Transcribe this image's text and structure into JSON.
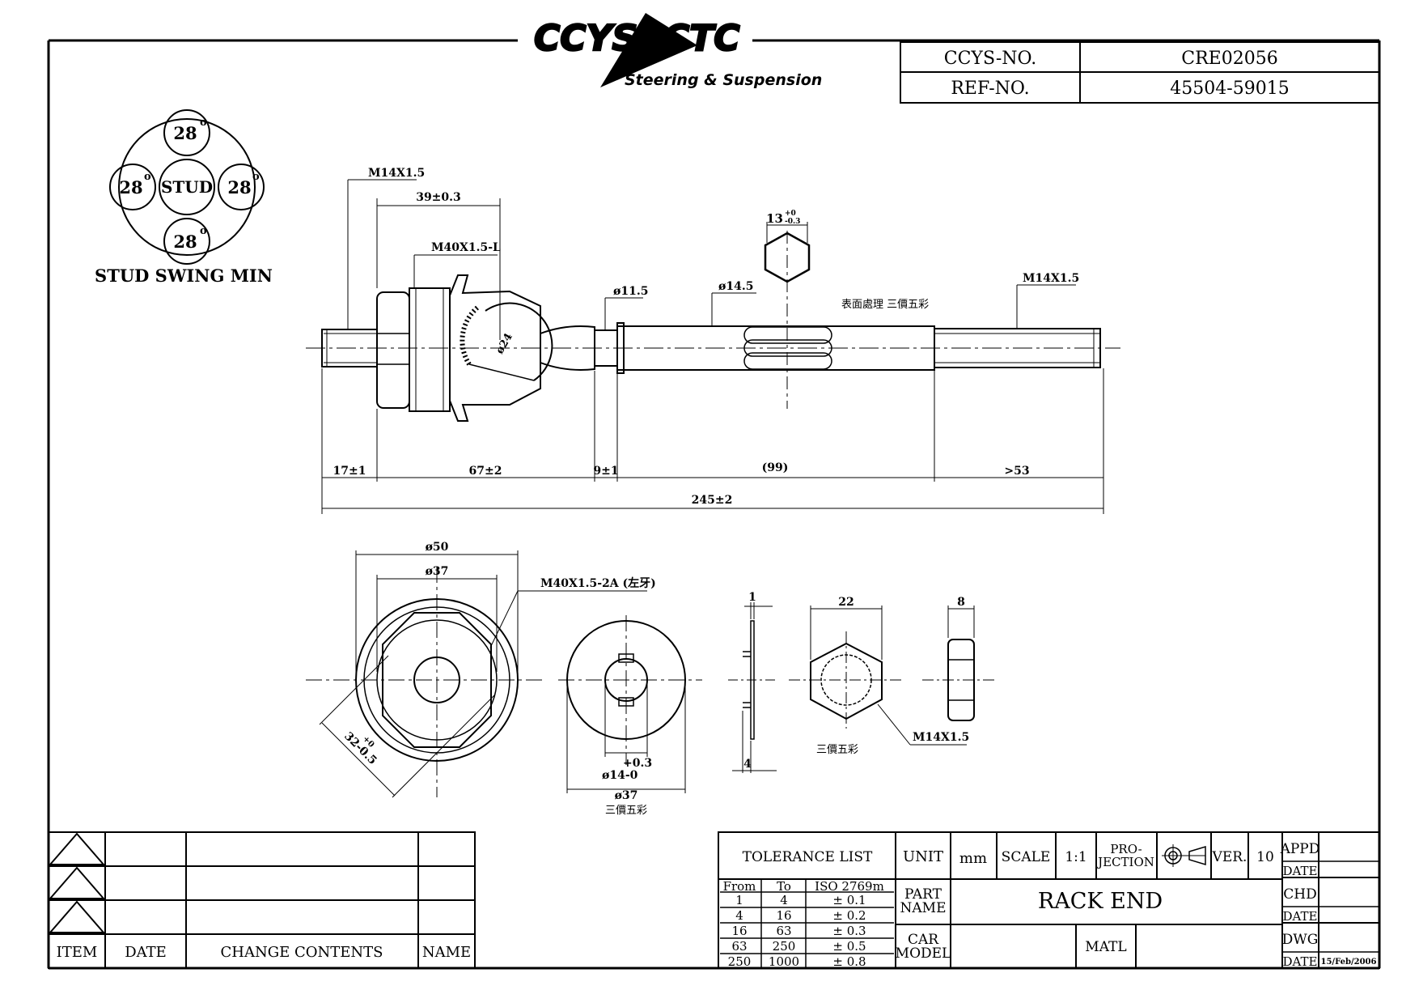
{
  "header": {
    "logo_left": "CCYS",
    "logo_right": "CTC",
    "tagline": "Steering & Suspension",
    "ccys_no_label": "CCYS-NO.",
    "ccys_no_value": "CRE02056",
    "ref_no_label": "REF-NO.",
    "ref_no_value": "45504-59015"
  },
  "swing": {
    "top": "28",
    "left": "28",
    "right": "28",
    "bottom": "28",
    "center": "STUD",
    "degree": "o",
    "caption": "STUD SWING MIN"
  },
  "main_view": {
    "thread_left": "M14X1.5",
    "dim_39": "39±0.3",
    "housing_thread": "M40X1.5-L",
    "ball_dia": "ø24",
    "dia_11_5": "ø11.5",
    "dia_14_5": "ø14.5",
    "hex_across": "13",
    "hex_tol_upper": "+0",
    "hex_tol_lower": "-0.3",
    "surface_note": "表面處理  三價五彩",
    "thread_right": "M14X1.5",
    "dim_17": "17±1",
    "dim_67": "67±2",
    "dim_9": "9±1",
    "dim_99": "(99)",
    "dim_53": ">53",
    "dim_total": "245±2"
  },
  "details": {
    "dia_50": "ø50",
    "dia_37_housing": "ø37",
    "housing_thread": "M40X1.5-2A (左牙)",
    "across_flats": "32-0.5",
    "across_tol_upper": "+0",
    "washer_bore": "ø14-0",
    "washer_bore_tol": "+0.3",
    "washer_dia": "ø37",
    "washer_finish": "三價五彩",
    "washer_thickness": "1",
    "tab_length": "4",
    "nut_across": "22",
    "nut_thread": "M14X1.5",
    "nut_finish": "三價五彩",
    "nut_thickness": "8"
  },
  "revision": {
    "col_item": "ITEM",
    "col_date": "DATE",
    "col_change": "CHANGE CONTENTS",
    "col_name": "NAME"
  },
  "title_block": {
    "tolerance_title": "TOLERANCE LIST",
    "tol_headers": [
      "From",
      "To",
      "ISO 2769m"
    ],
    "tol_rows": [
      [
        "1",
        "4",
        "± 0.1"
      ],
      [
        "4",
        "16",
        "± 0.2"
      ],
      [
        "16",
        "63",
        "± 0.3"
      ],
      [
        "63",
        "250",
        "± 0.5"
      ],
      [
        "250",
        "1000",
        "± 0.8"
      ]
    ],
    "unit_label": "UNIT",
    "unit_value": "mm",
    "scale_label": "SCALE",
    "scale_value": "1:1",
    "projection_label_1": "PRO-",
    "projection_label_2": "JECTION",
    "ver_label": "VER.",
    "ver_value": "10",
    "part_name_label_1": "PART",
    "part_name_label_2": "NAME",
    "part_name_value": "RACK END",
    "car_model_label_1": "CAR",
    "car_model_label_2": "MODEL",
    "matl_label": "MATL",
    "appd_label": "APPD",
    "chd_label": "CHD",
    "dwg_label": "DWG",
    "date_label": "DATE",
    "dwg_date": "15/Feb/2006"
  }
}
